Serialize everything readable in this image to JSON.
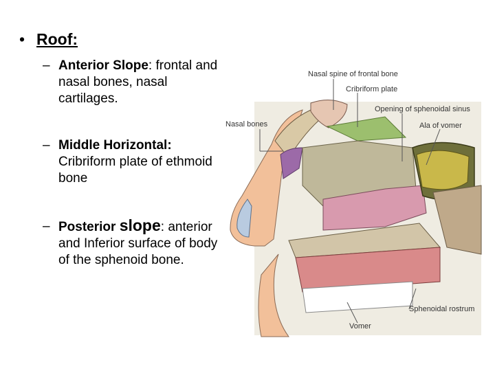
{
  "slide": {
    "main_bullet": "Roof:",
    "items": [
      {
        "term": "Anterior Slope",
        "sep": ":",
        "desc": "  frontal and nasal  bones, nasal cartilages."
      },
      {
        "term": "Middle Horizontal:",
        "sep": "",
        "desc": " Cribriform plate of ethmoid bone"
      },
      {
        "term": "Posterior ",
        "term_big": "slope",
        "sep": ":",
        "desc": " anterior and Inferior surface of body of the sphenoid bone."
      }
    ]
  },
  "figure": {
    "labels": {
      "nasal_spine": "Nasal spine of frontal bone",
      "cribriform": "Cribriform plate",
      "opening_sinus": "Opening of sphenoidal sinus",
      "nasal_bones": "Nasal bones",
      "ala_vomer": "Ala of vomer",
      "sphenoidal_rostrum": "Sphenoidal rostrum",
      "vomer": "Vomer"
    }
  }
}
